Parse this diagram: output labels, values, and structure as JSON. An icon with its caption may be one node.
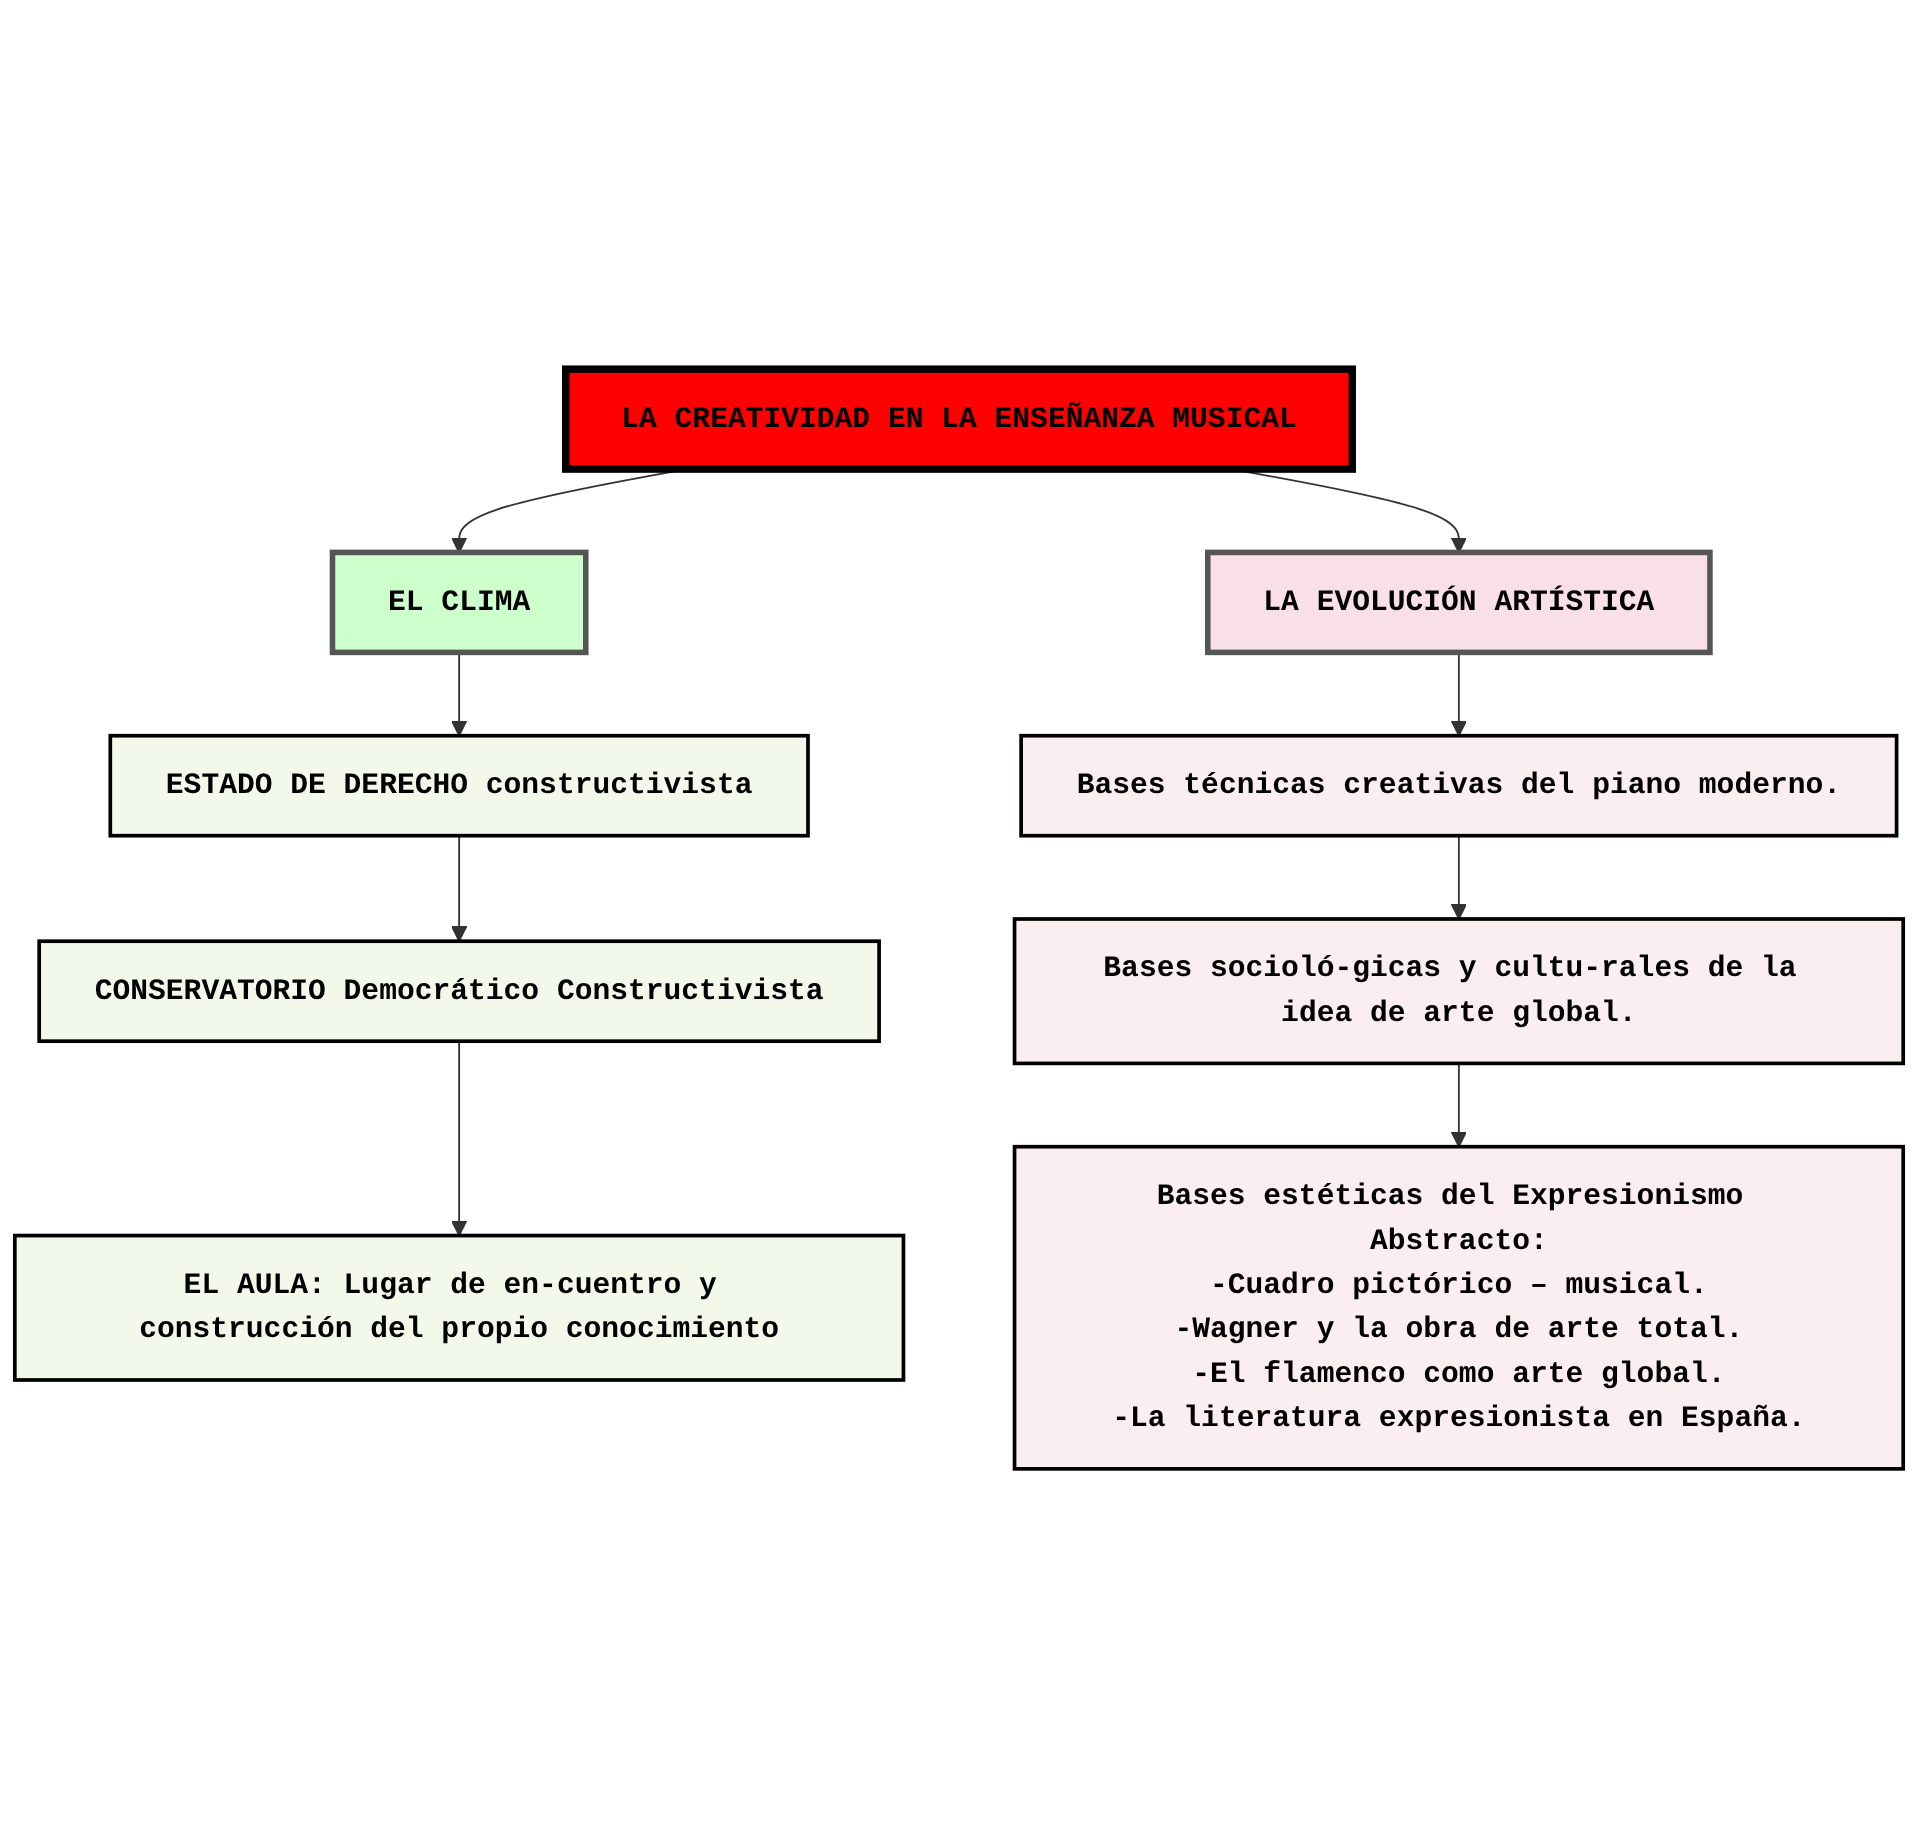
{
  "diagram": {
    "nodes": [
      {
        "text": [
          "LA CREATIVIDAD EN LA ENSEÑANZA MUSICAL"
        ]
      },
      {
        "text": [
          "EL CLIMA"
        ]
      },
      {
        "text": [
          "LA EVOLUCIÓN ARTÍSTICA"
        ]
      },
      {
        "text": [
          "ESTADO DE DERECHO constructivista"
        ]
      },
      {
        "text": [
          "CONSERVATORIO Democrático Constructivista"
        ]
      },
      {
        "text": [
          "EL AULA: Lugar de en-cuentro y construcción del propio conocimiento"
        ]
      },
      {
        "text": [
          "Bases técnicas creativas del piano moderno."
        ]
      },
      {
        "text": [
          "Bases socioló-gicas y cultu-rales de la idea de arte global."
        ]
      },
      {
        "text": [
          "Bases estéticas del Expresionismo Abstracto:",
          "-Cuadro pictórico – musical.",
          "-Wagner y la obra de arte total.",
          "-El flamenco como arte global.",
          "-La literatura expresionista en España."
        ]
      }
    ],
    "edges": [
      {
        "from": 0,
        "to": 1,
        "arrow": "to"
      },
      {
        "from": 0,
        "to": 2,
        "arrow": "to"
      },
      {
        "from": 1,
        "to": 3,
        "arrow": "to"
      },
      {
        "from": 3,
        "to": 4,
        "arrow": "to"
      },
      {
        "from": 4,
        "to": 5,
        "arrow": "to"
      },
      {
        "from": 2,
        "to": 6,
        "arrow": "to"
      },
      {
        "from": 6,
        "to": 7,
        "arrow": "to"
      },
      {
        "from": 7,
        "to": 8,
        "arrow": "to"
      }
    ]
  }
}
